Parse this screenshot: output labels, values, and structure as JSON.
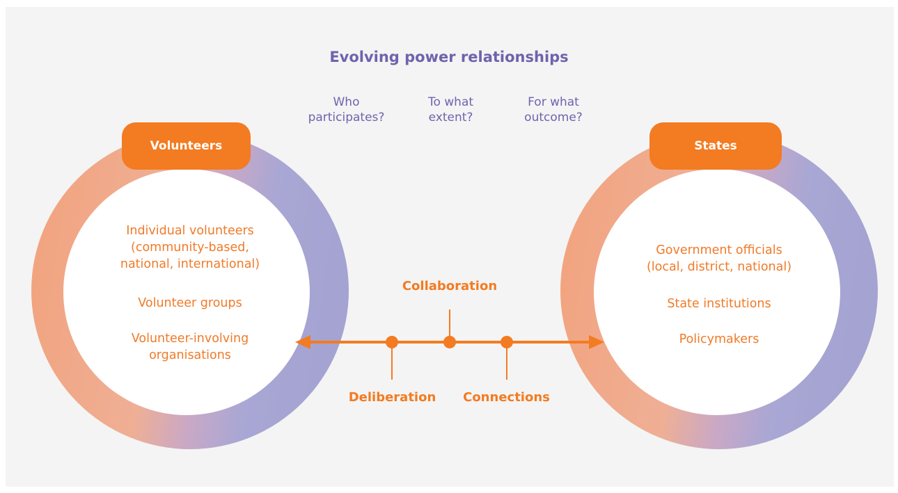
{
  "title": "Evolving power relationships",
  "questions": [
    {
      "lines": [
        "Who",
        "participates?"
      ]
    },
    {
      "lines": [
        "To what",
        "extent?"
      ]
    },
    {
      "lines": [
        "For what",
        "outcome?"
      ]
    }
  ],
  "left": {
    "label": "Volunteers",
    "items": [
      [
        "Individual volunteers",
        "(community-based,",
        "national, international)"
      ],
      [
        "Volunteer groups"
      ],
      [
        "Volunteer-involving",
        "organisations"
      ]
    ]
  },
  "right": {
    "label": "States",
    "items": [
      [
        "Government officials",
        "(local, district, national)"
      ],
      [
        "State institutions"
      ],
      [
        "Policymakers"
      ]
    ]
  },
  "relationships": {
    "deliberation": "Deliberation",
    "collaboration": "Collaboration",
    "connections": "Connections"
  },
  "colors": {
    "orange": "#f37b21",
    "purple": "#6f63ad",
    "ring_orange": "#f2a27c",
    "ring_purple": "#a9a7d4",
    "background": "#f4f4f4"
  }
}
